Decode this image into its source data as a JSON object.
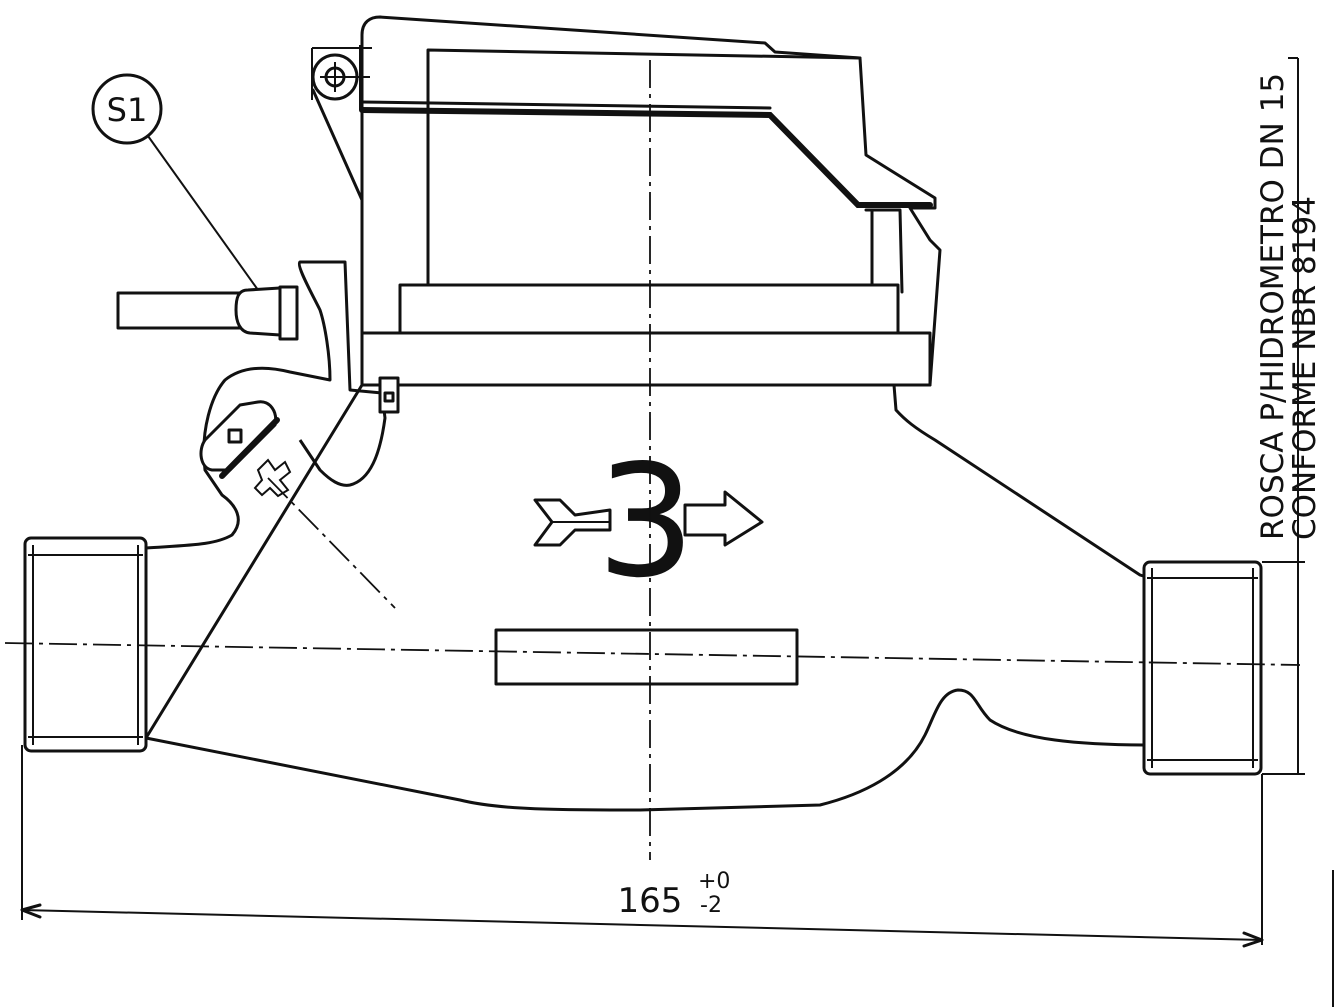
{
  "drawing": {
    "balloon_label": "S1",
    "note_line_1": "ROSCA P/HIDROMETRO DN 15",
    "note_line_2": "CONFORME NBR 8194",
    "dimension_value": "165",
    "tolerance_upper": "+0",
    "tolerance_lower": "-2",
    "flow_class_mark": "3"
  }
}
